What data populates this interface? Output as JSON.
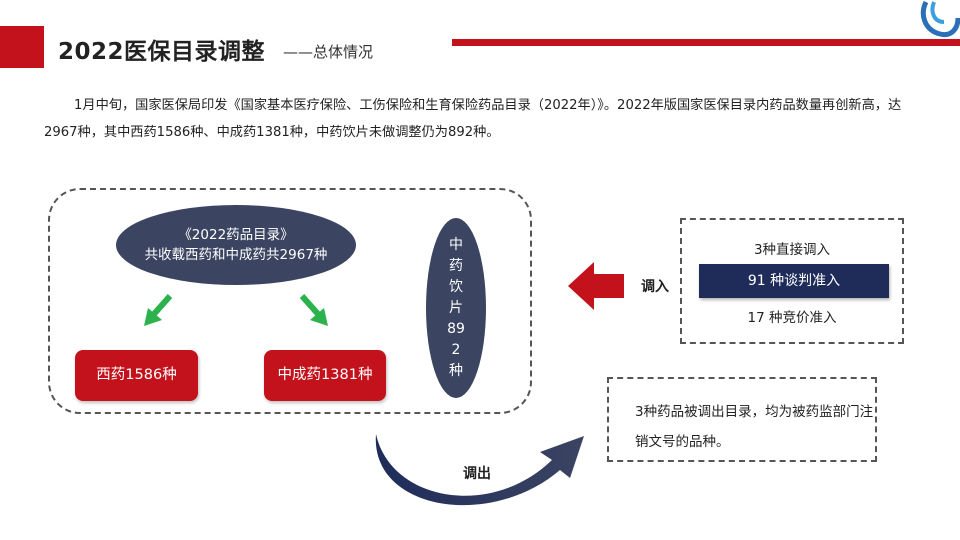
{
  "header": {
    "title": "2022医保目录调整",
    "subtitle": "——总体情况"
  },
  "intro": "1月中旬，国家医保局印发《国家基本医疗保险、工伤保险和生育保险药品目录（2022年）》。2022年版国家医保目录内药品数量再创新高，达2967种，其中西药1586种、中成药1381种，中药饮片未做调整仍为892种。",
  "catalog": {
    "line1": "《2022药品目录》",
    "line2": "共收载西药和中成药共2967种"
  },
  "tcm_pieces": "中药饮片892种",
  "western": "西药1586种",
  "patent": "中成药1381种",
  "admit": {
    "label": "调入",
    "direct": "3种直接调入",
    "negotiated": "91 种谈判准入",
    "bid": "17 种竞价准入"
  },
  "removal": {
    "label": "调出",
    "text": "3种药品被调出目录，均为被药监部门注销文号的品种。"
  },
  "colors": {
    "accent_red": "#c3121b",
    "navy": "#3b4461",
    "dark_blue": "#1f2c5a",
    "arrow_green": "#2bb24c"
  }
}
